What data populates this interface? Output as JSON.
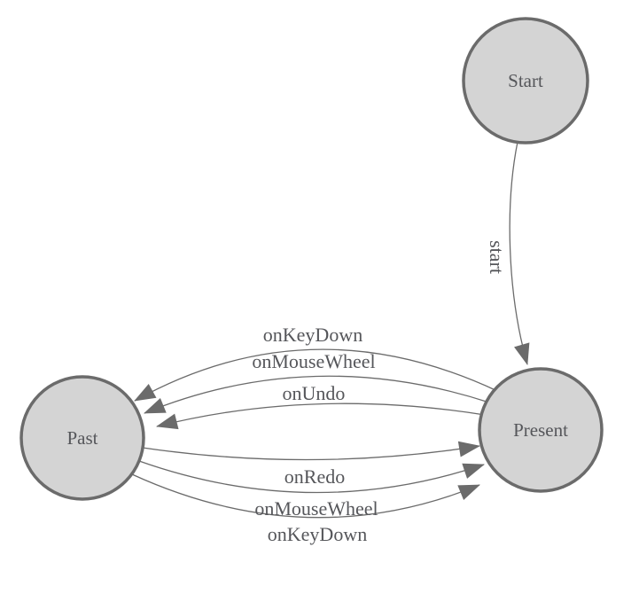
{
  "diagram": {
    "type": "state-machine",
    "background": "#ffffff",
    "colors": {
      "node_fill": "#d4d4d4",
      "node_border": "#6b6b6b",
      "edge_stroke": "#6b6b6b",
      "arrowhead_fill": "#6b6b6b",
      "label_text": "#55565a"
    },
    "nodes": [
      {
        "id": "start",
        "label": "Start"
      },
      {
        "id": "present",
        "label": "Present"
      },
      {
        "id": "past",
        "label": "Past"
      }
    ],
    "edges": [
      {
        "from": "Start",
        "to": "Present",
        "label": "start"
      },
      {
        "from": "Present",
        "to": "Past",
        "label": "onKeyDown"
      },
      {
        "from": "Present",
        "to": "Past",
        "label": "onMouseWheel"
      },
      {
        "from": "Present",
        "to": "Past",
        "label": "onUndo"
      },
      {
        "from": "Past",
        "to": "Present",
        "label": "onRedo"
      },
      {
        "from": "Past",
        "to": "Present",
        "label": "onMouseWheel"
      },
      {
        "from": "Past",
        "to": "Present",
        "label": "onKeyDown"
      }
    ]
  }
}
